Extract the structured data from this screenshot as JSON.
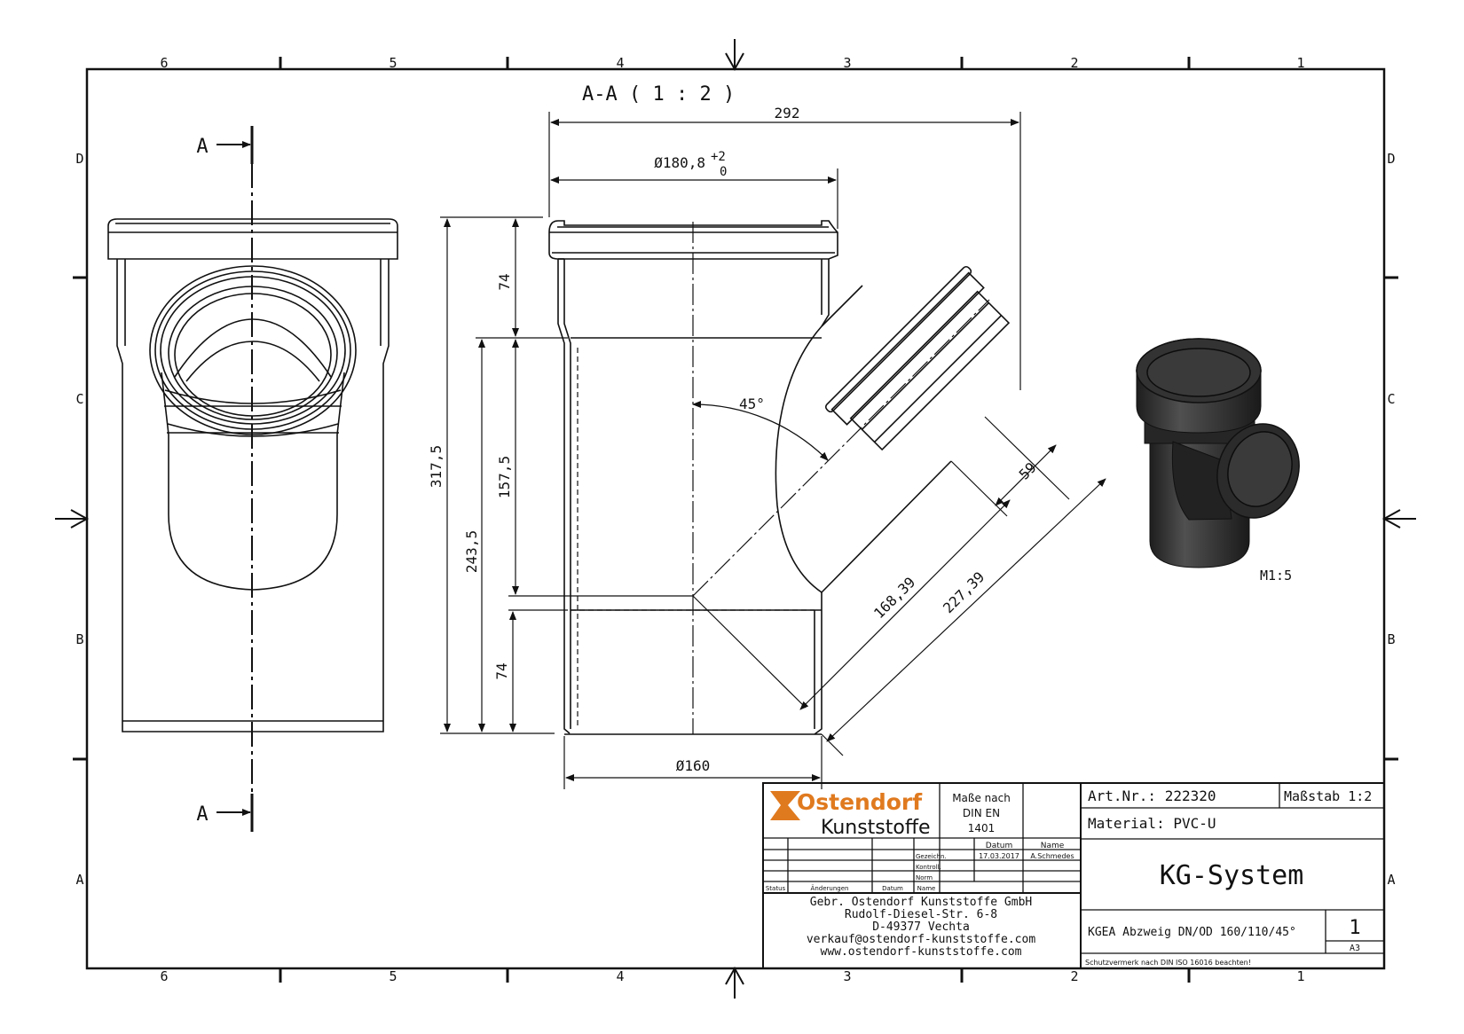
{
  "sheet": {
    "columns": [
      "6",
      "5",
      "4",
      "3",
      "2",
      "1"
    ],
    "rows": [
      "D",
      "C",
      "B",
      "A"
    ]
  },
  "section": {
    "title": "A-A ( 1 : 2 )",
    "marker": "A"
  },
  "dimensions": {
    "overall_width": "292",
    "socket_diameter": "Ø180,8",
    "socket_tol_upper": "+2",
    "socket_tol_lower": "0",
    "socket_depth_top": "74",
    "height_total": "317,5",
    "height_branch": "243,5",
    "height_mid": "157,5",
    "socket_depth_bottom": "74",
    "angle": "45°",
    "branch_socket": "59",
    "branch_len_1": "168,39",
    "branch_len_2": "227,39",
    "pipe_diameter": "Ø160"
  },
  "render": {
    "scale": "M1:5"
  },
  "title_block": {
    "logo_line1": "Ostendorf",
    "logo_line2": "Kunststoffe",
    "norm_line1": "Maße nach",
    "norm_line2": "DIN EN",
    "norm_line3": "1401",
    "col_datum": "Datum",
    "col_name": "Name",
    "row_gezeichnet": "Gezeichn.",
    "gez_datum": "17.03.2017",
    "gez_name": "A.Schmedes",
    "row_kontroll": "Kontroll.",
    "row_norm": "Norm",
    "status": "Status",
    "aenderungen": "Änderungen",
    "chg_datum": "Datum",
    "chg_name": "Name",
    "address": [
      "Gebr. Ostendorf Kunststoffe GmbH",
      "Rudolf-Diesel-Str. 6-8",
      "D-49377 Vechta",
      "verkauf@ostendorf-kunststoffe.com",
      "www.ostendorf-kunststoffe.com"
    ],
    "art_nr": "Art.Nr.: 222320",
    "massstab": "Maßstab 1:2",
    "material": "Material: PVC-U",
    "system": "KG-System",
    "description": "KGEA Abzweig DN/OD 160/110/45°",
    "sheet_no": "1",
    "format": "A3",
    "protection": "Schutzvermerk nach DIN ISO 16016 beachten!"
  },
  "colors": {
    "logo_orange": "#e07a1f",
    "line": "#111111",
    "render_dark": "#2a2a2a"
  }
}
